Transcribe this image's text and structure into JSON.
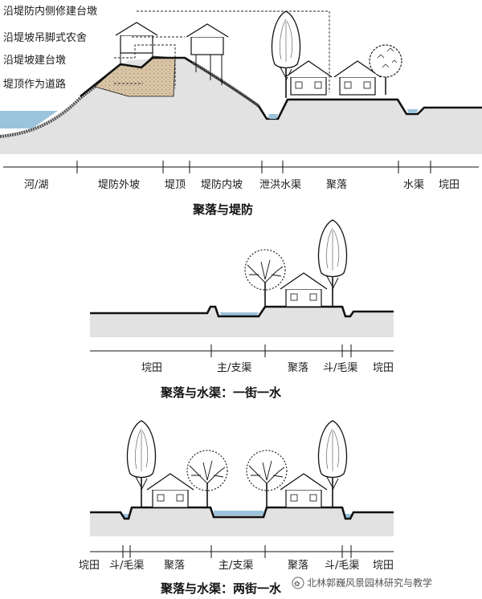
{
  "diagram1": {
    "callouts": [
      "沿堤防内侧修建台墩",
      "沿堤坡吊脚式农舍",
      "沿堤坡建台墩",
      "堤顶作为道路"
    ],
    "labels": [
      "河/湖",
      "堤防外坡",
      "堤顶",
      "堤防内坡",
      "泄洪水渠",
      "聚落",
      "水渠",
      "垸田"
    ],
    "title": "聚落与堤防"
  },
  "diagram2": {
    "labels": [
      "垸田",
      "主/支渠",
      "聚落",
      "斗/毛渠",
      "垸田"
    ],
    "title": "聚落与水渠：一街一水"
  },
  "diagram3": {
    "labels": [
      "垸田",
      "斗/毛渠",
      "聚落",
      "主/支渠",
      "聚落",
      "斗/毛渠",
      "垸田"
    ],
    "title": "聚落与水渠：两街一水"
  },
  "watermark": "北林郭巍风景园林研究与教学",
  "colors": {
    "ground": "#e2e2e2",
    "water": "#9cc3dc",
    "earthwork": "#d9c6a6",
    "line": "#111111"
  }
}
